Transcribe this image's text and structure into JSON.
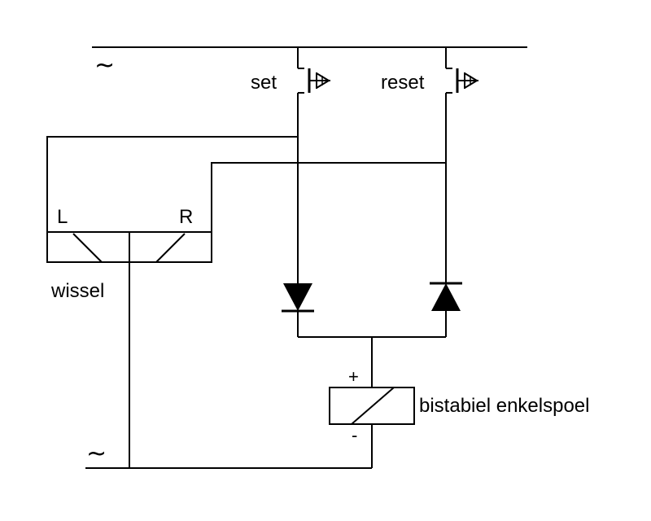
{
  "supply": {
    "top_symbol": "~",
    "bottom_symbol": "~"
  },
  "buttons": {
    "set_label": "set",
    "reset_label": "reset"
  },
  "switch": {
    "left_label": "L",
    "right_label": "R",
    "name_label": "wissel"
  },
  "coil": {
    "plus": "+",
    "minus": "-",
    "label": "bistabiel enkelspoel"
  }
}
